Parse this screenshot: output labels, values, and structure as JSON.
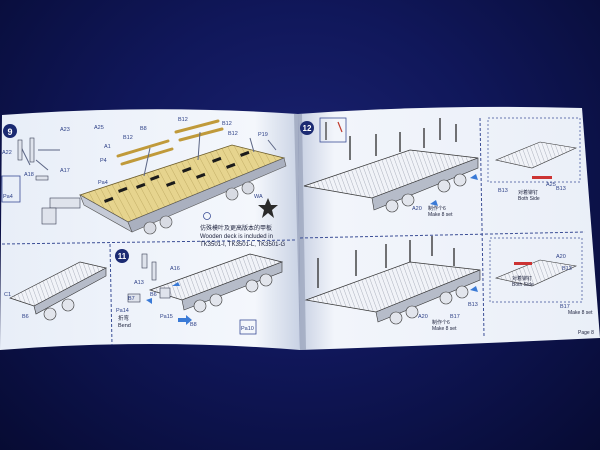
{
  "booklet": {
    "steps": {
      "step_9": "9",
      "step_10_partial": "",
      "step_11": "11",
      "step_12": "12"
    },
    "left_page": {
      "note_chinese": "仿殊模叶及更高版本的甲板",
      "note_english_line1": "Wooden deck is included in",
      "note_english_line2": "TK3501-I, TK3501-L, TK3501-G",
      "part_labels": [
        "A23",
        "A25",
        "B12",
        "B12",
        "B8",
        "B12",
        "B12",
        "P4",
        "P19",
        "A22",
        "A18",
        "A17",
        "Pa4",
        "A1",
        "Pa4",
        "WA",
        "A16",
        "A13",
        "Pa14",
        "Pa15",
        "Pa10",
        "B6",
        "B7",
        "B8",
        "B6",
        "C1"
      ],
      "bend_chinese": "折弯",
      "bend_english": "Bend"
    },
    "right_page": {
      "part_labels": [
        "A20",
        "A20",
        "B13",
        "B13",
        "A25",
        "B13",
        "B17",
        "B17",
        "A20",
        "B13"
      ],
      "callout_both_sides_cn": "对着铆钉",
      "callout_both_sides": "Both Side",
      "callout_make_cn": "制作个6",
      "callout_make": "Make 8 set",
      "page_number": "Page 8"
    }
  }
}
